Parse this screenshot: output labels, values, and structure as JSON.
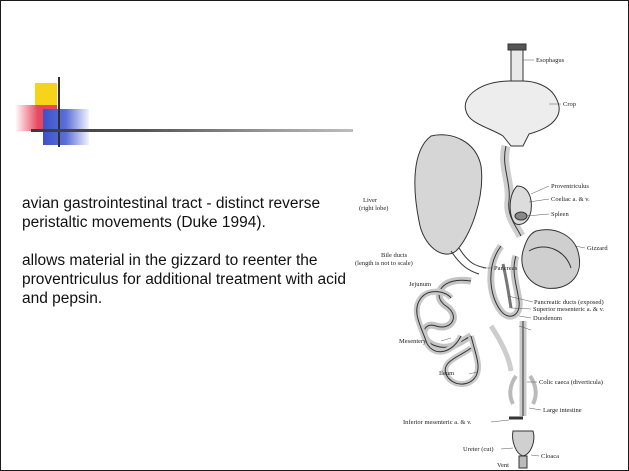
{
  "slide": {
    "paragraphs": [
      "avian gastrointestinal tract - distinct reverse peristaltic movements (Duke 1994).",
      "allows material in the gizzard to reenter the proventriculus for additional treatment with acid and pepsin."
    ]
  },
  "figure": {
    "labels": {
      "esophagus": "Esophagus",
      "crop": "Crop",
      "proventriculus": "Proventriculus",
      "coeliac": "Coeliac a. & v.",
      "spleen": "Spleen",
      "gizzard": "Gizzard",
      "liver": "Liver",
      "liver_sub": "(right lobe)",
      "bile": "Bile ducts",
      "bile_sub": "(length is not to scale)",
      "jejunum": "Jejunum",
      "pancreas": "Pancreas",
      "pancreatic_ducts": "Pancreatic ducts (exposed)",
      "superior_mesenteric": "Superior mesenteric a. & v.",
      "duodenum": "Duodenum",
      "mesentery": "Mesentery",
      "ileum": "Ileum",
      "colic_caeca": "Colic caeca (diverticula)",
      "large_intestine": "Large intestine",
      "inferior_mesenteric": "Inferior mesenteric a. & v.",
      "ureter": "Ureter (cut)",
      "cloaca": "Cloaca",
      "vent": "Vent"
    }
  }
}
